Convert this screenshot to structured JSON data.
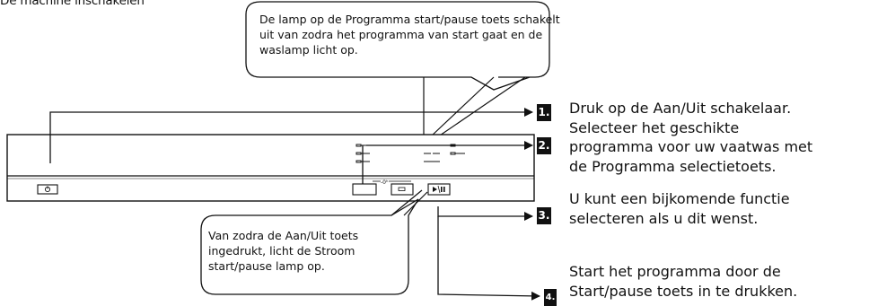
{
  "heading": "De machine inschakelen",
  "callouts": {
    "top": "De lamp op de Programma start/pause toets schakelt uit van zodra het programma van start gaat en de waslamp licht op.",
    "bottom": "Van zodra de Aan/Uit toets ingedrukt, licht de Stroom start/pause lamp op."
  },
  "steps": {
    "badge_1": "1.",
    "badge_2": "2.",
    "badge_3": "3.",
    "badge_4": "4.",
    "step_1_2": [
      "Druk op de Aan/Uit schakelaar.",
      "Selecteer het geschikte",
      "programma voor uw vaatwas met",
      "de Programma selectietoets."
    ],
    "step_3": [
      "U kunt een bijkomende functie",
      "selecteren als u dit wenst."
    ],
    "step_4": [
      "Start het programma door de",
      "Start/pause toets in te drukken."
    ]
  },
  "panel_icons": {
    "power_button": "power-icon",
    "program_button": "program-icon",
    "start_pause_button": "play-pause-icon"
  }
}
